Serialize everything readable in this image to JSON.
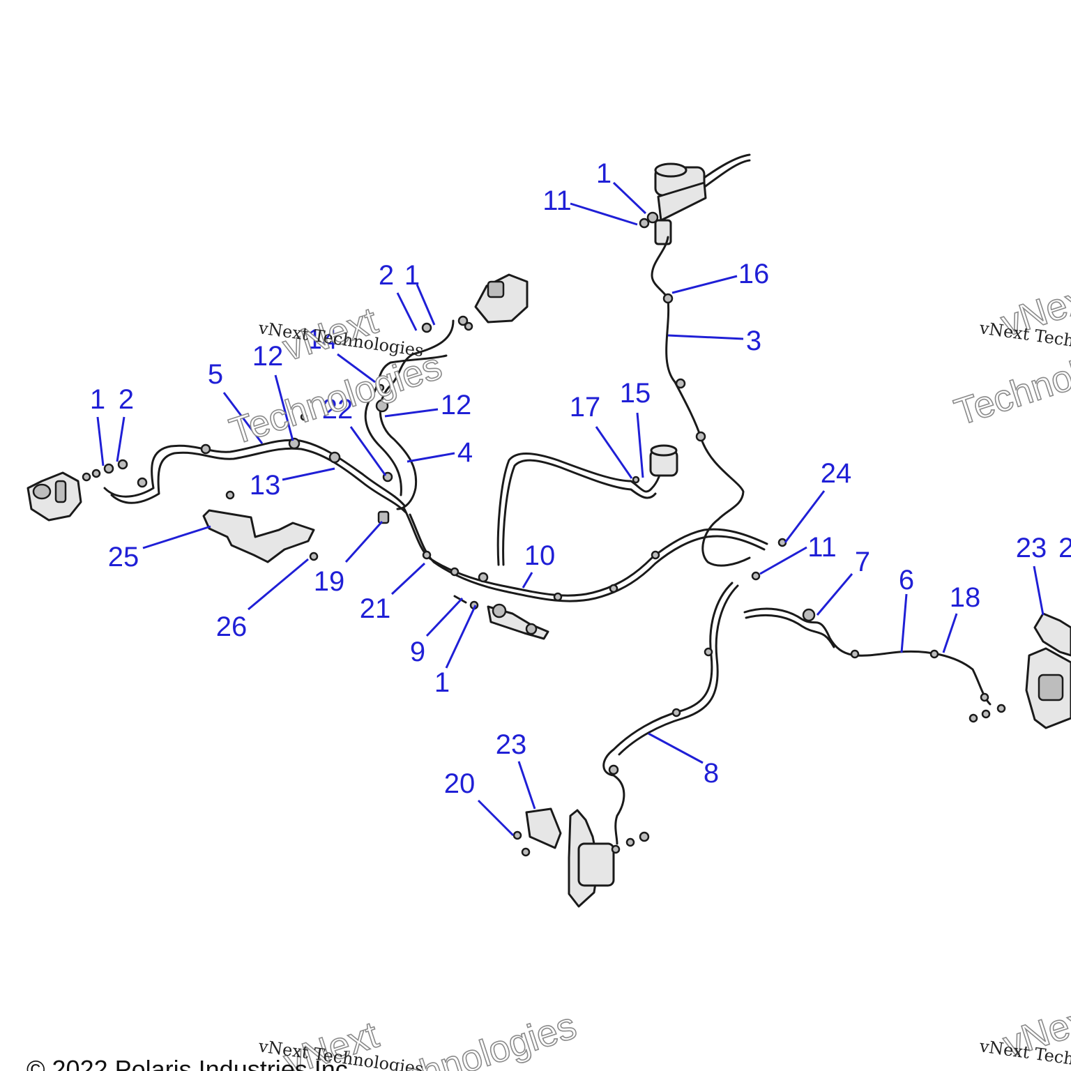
{
  "callouts": [
    {
      "label": "1"
    },
    {
      "label": "11"
    },
    {
      "label": "16"
    },
    {
      "label": "3"
    },
    {
      "label": "2"
    },
    {
      "label": "1"
    },
    {
      "label": "14"
    },
    {
      "label": "12"
    },
    {
      "label": "5"
    },
    {
      "label": "12"
    },
    {
      "label": "1"
    },
    {
      "label": "2"
    },
    {
      "label": "22"
    },
    {
      "label": "4"
    },
    {
      "label": "13"
    },
    {
      "label": "17"
    },
    {
      "label": "15"
    },
    {
      "label": "24"
    },
    {
      "label": "11"
    },
    {
      "label": "25"
    },
    {
      "label": "19"
    },
    {
      "label": "10"
    },
    {
      "label": "21"
    },
    {
      "label": "7"
    },
    {
      "label": "6"
    },
    {
      "label": "18"
    },
    {
      "label": "23"
    },
    {
      "label": "26"
    },
    {
      "label": "9"
    },
    {
      "label": "1"
    },
    {
      "label": "8"
    },
    {
      "label": "23"
    },
    {
      "label": "20"
    }
  ],
  "watermarks": {
    "brand_small": "vNext Technologies",
    "brand_word1": "vNext",
    "brand_word2": "Technologies"
  },
  "copyright": "© 2022 Polaris Industries Inc.",
  "colors": {
    "callout": "#1f1fd6",
    "line_art": "#1a1a1a"
  }
}
